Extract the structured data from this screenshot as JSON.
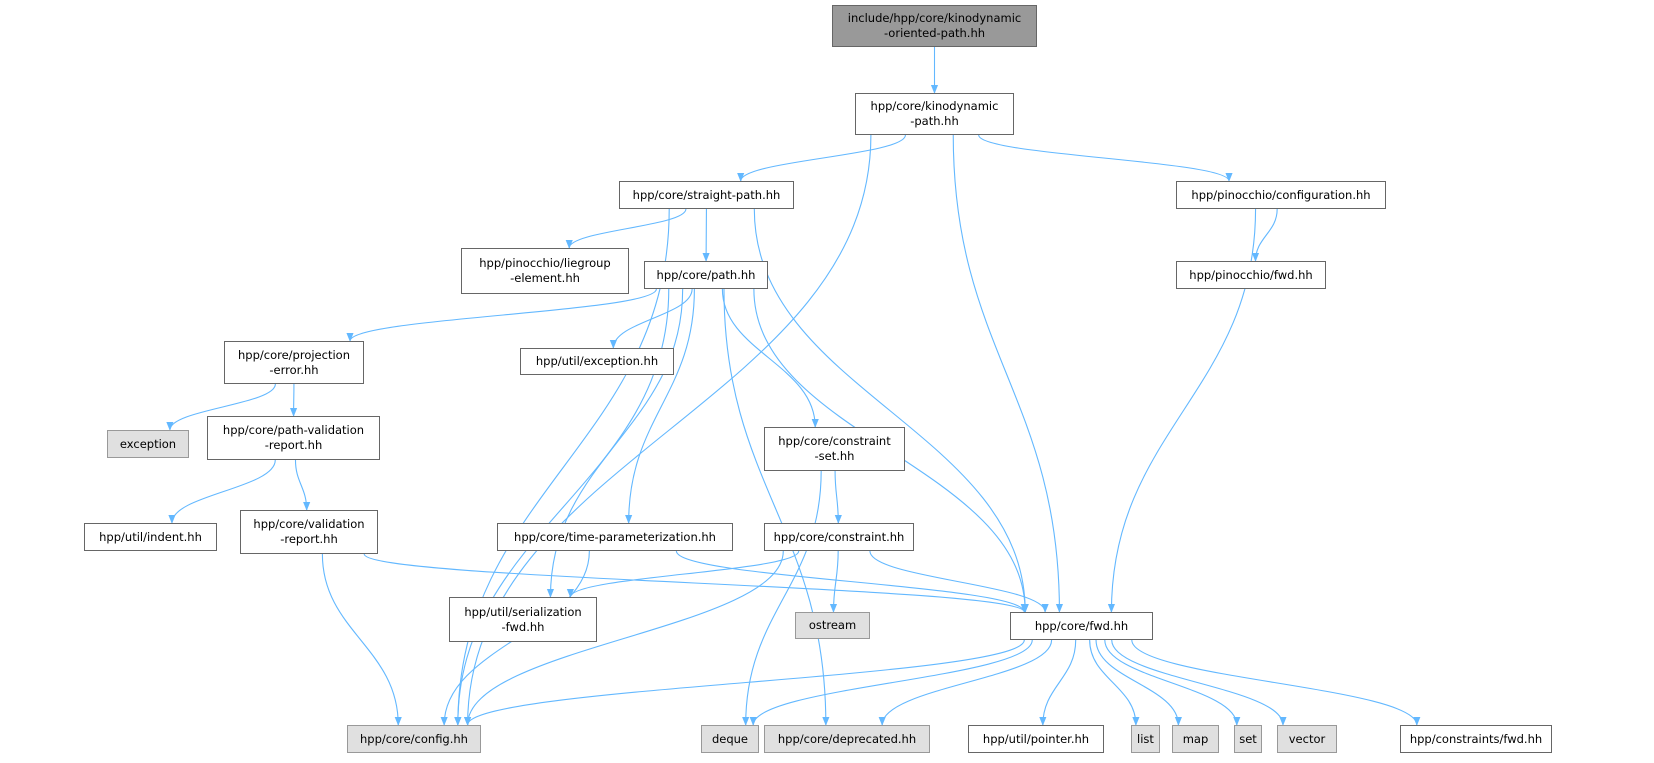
{
  "graph": {
    "edge_color": "#63b8ff",
    "nodes": {
      "root": {
        "lines": [
          "include/hpp/core/kinodynamic",
          "-oriented-path.hh"
        ],
        "kind": "root"
      },
      "kinpath": {
        "lines": [
          "hpp/core/kinodynamic",
          "-path.hh"
        ],
        "kind": "file"
      },
      "straight": {
        "lines": [
          "hpp/core/straight-path.hh"
        ],
        "kind": "file"
      },
      "pinconf": {
        "lines": [
          "hpp/pinocchio/configuration.hh"
        ],
        "kind": "file"
      },
      "liegroup": {
        "lines": [
          "hpp/pinocchio/liegroup",
          "-element.hh"
        ],
        "kind": "file"
      },
      "path": {
        "lines": [
          "hpp/core/path.hh"
        ],
        "kind": "file"
      },
      "pinfwd": {
        "lines": [
          "hpp/pinocchio/fwd.hh"
        ],
        "kind": "file"
      },
      "projection": {
        "lines": [
          "hpp/core/projection",
          "-error.hh"
        ],
        "kind": "file"
      },
      "utilexc": {
        "lines": [
          "hpp/util/exception.hh"
        ],
        "kind": "file"
      },
      "exception": {
        "lines": [
          "exception"
        ],
        "kind": "ext"
      },
      "pathval": {
        "lines": [
          "hpp/core/path-validation",
          "-report.hh"
        ],
        "kind": "file"
      },
      "constraintset": {
        "lines": [
          "hpp/core/constraint",
          "-set.hh"
        ],
        "kind": "file"
      },
      "indent": {
        "lines": [
          "hpp/util/indent.hh"
        ],
        "kind": "file"
      },
      "valrep": {
        "lines": [
          "hpp/core/validation",
          "-report.hh"
        ],
        "kind": "file"
      },
      "timeparam": {
        "lines": [
          "hpp/core/time-parameterization.hh"
        ],
        "kind": "file"
      },
      "constraint": {
        "lines": [
          "hpp/core/constraint.hh"
        ],
        "kind": "file"
      },
      "serialization": {
        "lines": [
          "hpp/util/serialization",
          "-fwd.hh"
        ],
        "kind": "file"
      },
      "ostream": {
        "lines": [
          "ostream"
        ],
        "kind": "ext"
      },
      "fwd": {
        "lines": [
          "hpp/core/fwd.hh"
        ],
        "kind": "file"
      },
      "config": {
        "lines": [
          "hpp/core/config.hh"
        ],
        "kind": "ext"
      },
      "deque": {
        "lines": [
          "deque"
        ],
        "kind": "ext"
      },
      "deprecated": {
        "lines": [
          "hpp/core/deprecated.hh"
        ],
        "kind": "ext"
      },
      "pointer": {
        "lines": [
          "hpp/util/pointer.hh"
        ],
        "kind": "file"
      },
      "list": {
        "lines": [
          "list"
        ],
        "kind": "ext"
      },
      "map": {
        "lines": [
          "map"
        ],
        "kind": "ext"
      },
      "set": {
        "lines": [
          "set"
        ],
        "kind": "ext"
      },
      "vector": {
        "lines": [
          "vector"
        ],
        "kind": "ext"
      },
      "constraintsfwd": {
        "lines": [
          "hpp/constraints/fwd.hh"
        ],
        "kind": "file"
      }
    },
    "edges": [
      [
        "root",
        "kinpath"
      ],
      [
        "kinpath",
        "straight"
      ],
      [
        "kinpath",
        "config"
      ],
      [
        "kinpath",
        "fwd"
      ],
      [
        "kinpath",
        "pinconf"
      ],
      [
        "straight",
        "liegroup"
      ],
      [
        "straight",
        "path"
      ],
      [
        "straight",
        "config"
      ],
      [
        "straight",
        "fwd"
      ],
      [
        "pinconf",
        "pinfwd"
      ],
      [
        "pinconf",
        "fwd"
      ],
      [
        "path",
        "projection"
      ],
      [
        "path",
        "config"
      ],
      [
        "path",
        "serialization"
      ],
      [
        "path",
        "utilexc"
      ],
      [
        "path",
        "timeparam"
      ],
      [
        "path",
        "constraintset"
      ],
      [
        "path",
        "deprecated"
      ],
      [
        "path",
        "fwd"
      ],
      [
        "projection",
        "exception"
      ],
      [
        "projection",
        "pathval"
      ],
      [
        "pathval",
        "indent"
      ],
      [
        "pathval",
        "valrep"
      ],
      [
        "valrep",
        "config"
      ],
      [
        "valrep",
        "fwd"
      ],
      [
        "timeparam",
        "config"
      ],
      [
        "timeparam",
        "fwd"
      ],
      [
        "constraintset",
        "constraint"
      ],
      [
        "constraintset",
        "deque"
      ],
      [
        "constraint",
        "serialization"
      ],
      [
        "constraint",
        "config"
      ],
      [
        "constraint",
        "ostream"
      ],
      [
        "constraint",
        "fwd"
      ],
      [
        "fwd",
        "config"
      ],
      [
        "fwd",
        "deque"
      ],
      [
        "fwd",
        "deprecated"
      ],
      [
        "fwd",
        "pointer"
      ],
      [
        "fwd",
        "list"
      ],
      [
        "fwd",
        "map"
      ],
      [
        "fwd",
        "set"
      ],
      [
        "fwd",
        "vector"
      ],
      [
        "fwd",
        "constraintsfwd"
      ]
    ]
  }
}
